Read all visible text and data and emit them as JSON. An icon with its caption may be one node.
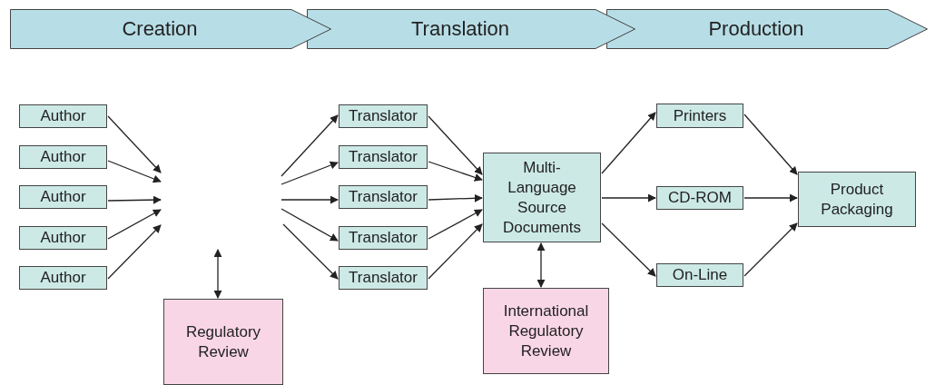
{
  "diagram": {
    "nodes": [
      {
        "text": [
          "Creation"
        ]
      },
      {
        "text": [
          "Translation"
        ]
      },
      {
        "text": [
          "Production"
        ]
      },
      {
        "text": [
          "Author"
        ]
      },
      {
        "text": [
          "Author"
        ]
      },
      {
        "text": [
          "Author"
        ]
      },
      {
        "text": [
          "Author"
        ]
      },
      {
        "text": [
          "Author"
        ]
      },
      {
        "text": [
          "Regulatory Review"
        ]
      },
      {
        "text": [
          "Translator"
        ]
      },
      {
        "text": [
          "Translator"
        ]
      },
      {
        "text": [
          "Translator"
        ]
      },
      {
        "text": [
          "Translator"
        ]
      },
      {
        "text": [
          "Translator"
        ]
      },
      {
        "text": [
          "Multi-Language Source Documents"
        ]
      },
      {
        "text": [
          "International Regulatory Review"
        ]
      },
      {
        "text": [
          "Printers"
        ]
      },
      {
        "text": [
          "CD-ROM"
        ]
      },
      {
        "text": [
          "On-Line"
        ]
      },
      {
        "text": [
          "Product Packaging"
        ]
      }
    ],
    "edges": [
      {
        "from": 3,
        "to": null,
        "arrow": "to"
      },
      {
        "from": 4,
        "to": null,
        "arrow": "to"
      },
      {
        "from": 5,
        "to": null,
        "arrow": "to"
      },
      {
        "from": 6,
        "to": null,
        "arrow": "to"
      },
      {
        "from": 7,
        "to": null,
        "arrow": "to"
      },
      {
        "from": null,
        "to": 9,
        "arrow": "to"
      },
      {
        "from": null,
        "to": 10,
        "arrow": "to"
      },
      {
        "from": null,
        "to": 11,
        "arrow": "to"
      },
      {
        "from": null,
        "to": 12,
        "arrow": "to"
      },
      {
        "from": null,
        "to": 13,
        "arrow": "to"
      },
      {
        "from": 8,
        "to": null,
        "arrow": "both"
      },
      {
        "from": 9,
        "to": 14,
        "arrow": "to"
      },
      {
        "from": 10,
        "to": 14,
        "arrow": "to"
      },
      {
        "from": 11,
        "to": 14,
        "arrow": "to"
      },
      {
        "from": 12,
        "to": 14,
        "arrow": "to"
      },
      {
        "from": 13,
        "to": 14,
        "arrow": "to"
      },
      {
        "from": 14,
        "to": 15,
        "arrow": "both"
      },
      {
        "from": 14,
        "to": 16,
        "arrow": "to"
      },
      {
        "from": 14,
        "to": 17,
        "arrow": "to"
      },
      {
        "from": 14,
        "to": 18,
        "arrow": "to"
      },
      {
        "from": 16,
        "to": 19,
        "arrow": "to"
      },
      {
        "from": 17,
        "to": 19,
        "arrow": "to"
      },
      {
        "from": 18,
        "to": 19,
        "arrow": "to"
      }
    ]
  }
}
